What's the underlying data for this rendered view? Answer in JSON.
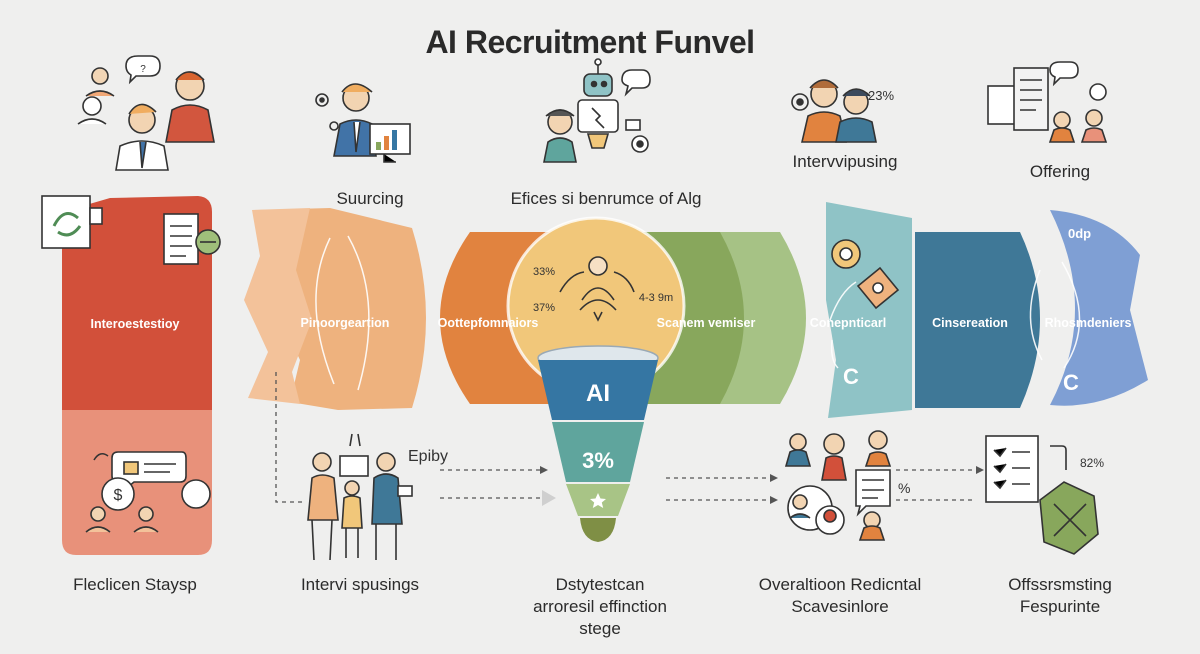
{
  "title": "AI Recruitment Funvel",
  "stages_top": {
    "sourcing": "Suurcing",
    "efficiency": "Efices si benrumce of Alg",
    "interviewing": "Intervvipusing",
    "offering": "Offering"
  },
  "bands": {
    "b1": "Interoestestioy",
    "b2": "Pinoorgeartion",
    "b3": "Oottepfomnaiors",
    "b4": "Scanem vemiser",
    "b5": "Conepnticarl",
    "b6": "Cinsereation",
    "b7": "Rhosmdeniers"
  },
  "funnel": {
    "top_label": "AI",
    "mid_label": "3%",
    "pct_a": "33%",
    "pct_b": "37%",
    "pct_c": "4-3 9m"
  },
  "markers": {
    "c1": "C",
    "c2": "C",
    "p_interview": "23%",
    "p_right": "82%",
    "p_sign": "%",
    "p_offer": "0dp",
    "epiby": "Epiby"
  },
  "bottom_labels": {
    "l1": "Fleclicen Staysp",
    "l2": "Intervi spusings",
    "l3a": "Dstytestcan",
    "l3b": "arroresil effinction",
    "l3c": "stege",
    "l4a": "Overaltioon  Redicntal",
    "l4b": "Scavesinlore",
    "l5a": "Offssrsmsting",
    "l5b": "Fespurinte"
  },
  "colors": {
    "red": "#d2503a",
    "salmon": "#e78f73",
    "peach": "#eeb27e",
    "orange": "#e1833f",
    "yellow": "#f1c77a",
    "green": "#88a75c",
    "sage": "#a6c285",
    "teal": "#8fc3c6",
    "steel": "#3f7897",
    "blue": "#7f9fd4",
    "funnel_blue": "#3576a3",
    "funnel_teal": "#5fa59d",
    "funnel_green": "#a8c486"
  }
}
